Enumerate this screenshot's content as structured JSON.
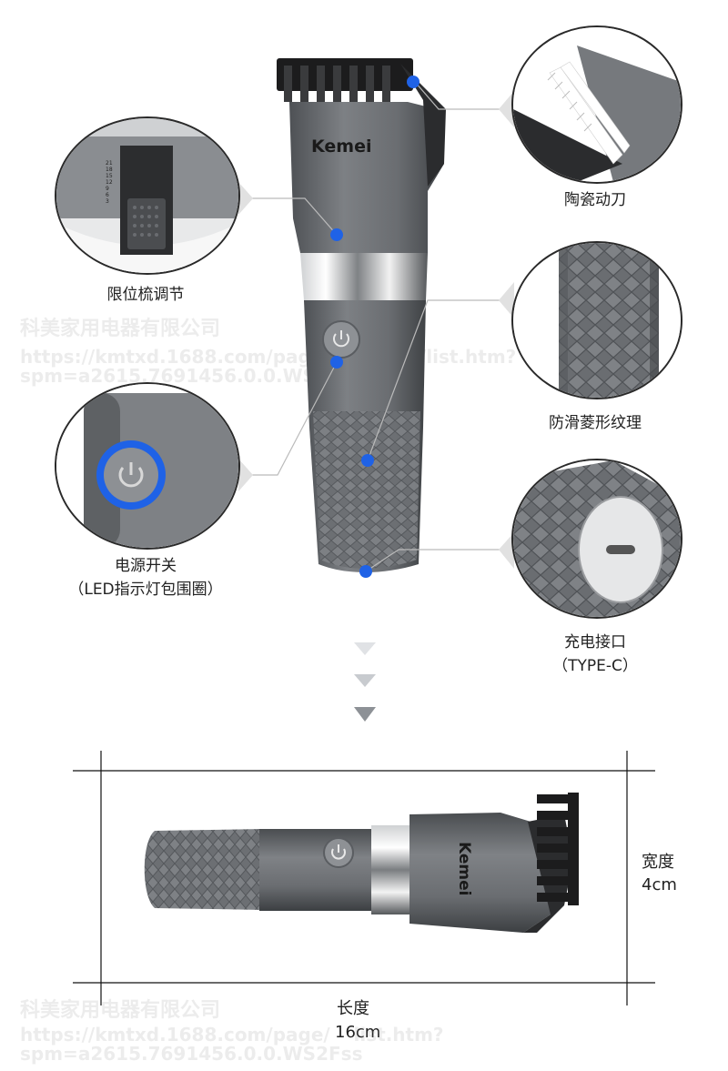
{
  "brand": "Kemei",
  "features": [
    {
      "key": "comb",
      "label": "限位梳调节"
    },
    {
      "key": "blade",
      "label": "陶瓷动刀"
    },
    {
      "key": "texture",
      "label": "防滑菱形纹理"
    },
    {
      "key": "power",
      "label": "电源开关",
      "sub": "（LED指示灯包围圈）"
    },
    {
      "key": "port",
      "label": "充电接口",
      "sub": "（TYPE-C）"
    }
  ],
  "comb_scale": [
    "21",
    "18",
    "15",
    "12",
    "9",
    "6",
    "3"
  ],
  "dimensions": {
    "width_label": "宽度",
    "width_value": "4cm",
    "length_label": "长度",
    "length_value": "16cm"
  },
  "watermark": {
    "company": "科美家用电器有限公司",
    "url_line1": "https://kmtxd.1688.com/page/",
    "url_top_line1": "https://kmtxd.1688.com/page/",
    "url_top_line1_tail": "m/list.htm?",
    "url_line1_tail": "list.htm?",
    "url_line2": "spm=a2615.7691456.0.0.WS2",
    "url_top_line2_tail": "Fss",
    "url_line2_tail": "Fss"
  },
  "colors": {
    "accent_blue": "#1f62e6",
    "body_gray": "#6b6e72",
    "arrow_gray": "#9a9ea3"
  }
}
